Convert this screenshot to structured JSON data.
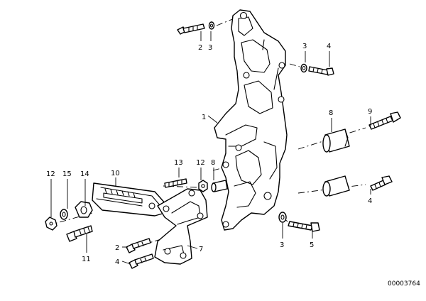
{
  "callouts": [
    {
      "id": "c1",
      "text": "1"
    },
    {
      "id": "c2a",
      "text": "2"
    },
    {
      "id": "c3a",
      "text": "3"
    },
    {
      "id": "c3b",
      "text": "3"
    },
    {
      "id": "c4a",
      "text": "4"
    },
    {
      "id": "c9",
      "text": "9"
    },
    {
      "id": "c8a",
      "text": "8"
    },
    {
      "id": "c13",
      "text": "13"
    },
    {
      "id": "c12a",
      "text": "12"
    },
    {
      "id": "c8b",
      "text": "8"
    },
    {
      "id": "c10",
      "text": "10"
    },
    {
      "id": "c14",
      "text": "14"
    },
    {
      "id": "c15",
      "text": "15"
    },
    {
      "id": "c12b",
      "text": "12"
    },
    {
      "id": "c4b",
      "text": "4"
    },
    {
      "id": "c2b",
      "text": "2"
    },
    {
      "id": "c7",
      "text": "7"
    },
    {
      "id": "c4c",
      "text": "4"
    },
    {
      "id": "c11",
      "text": "11"
    },
    {
      "id": "c3c",
      "text": "3"
    },
    {
      "id": "c5",
      "text": "5"
    }
  ],
  "catalog_number": "00003764"
}
